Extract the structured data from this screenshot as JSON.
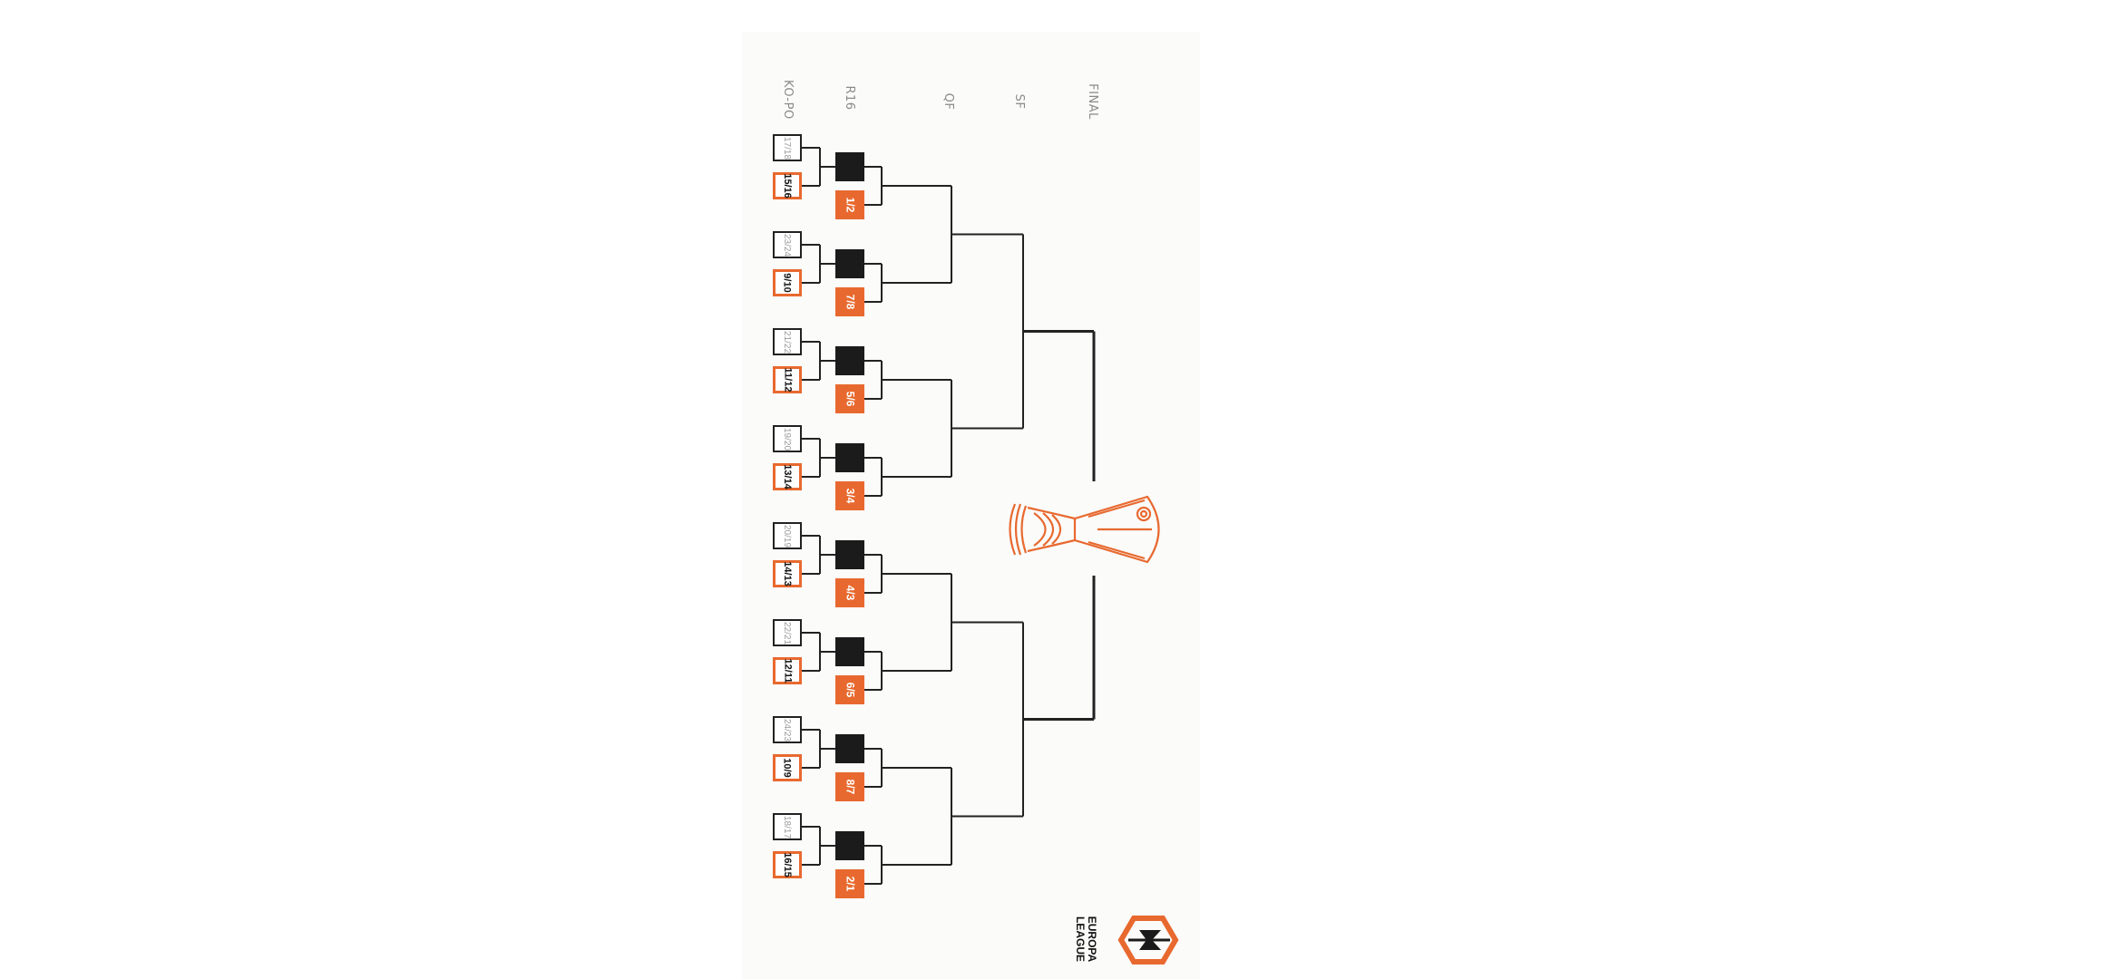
{
  "rounds": {
    "kopo": "KO-PO",
    "r16": "R16",
    "qf": "QF",
    "sf": "SF",
    "final": "FINAL"
  },
  "groups": [
    {
      "kopo_top": "17/18",
      "kopo_bottom": "15/16",
      "r16_bottom": "1/2"
    },
    {
      "kopo_top": "23/24",
      "kopo_bottom": "9/10",
      "r16_bottom": "7/8"
    },
    {
      "kopo_top": "21/22",
      "kopo_bottom": "11/12",
      "r16_bottom": "5/6"
    },
    {
      "kopo_top": "19/20",
      "kopo_bottom": "13/14",
      "r16_bottom": "3/4"
    },
    {
      "kopo_top": "20/19",
      "kopo_bottom": "14/13",
      "r16_bottom": "4/3"
    },
    {
      "kopo_top": "22/21",
      "kopo_bottom": "12/11",
      "r16_bottom": "6/5"
    },
    {
      "kopo_top": "24/23",
      "kopo_bottom": "10/9",
      "r16_bottom": "8/7"
    },
    {
      "kopo_top": "18/17",
      "kopo_bottom": "16/15",
      "r16_bottom": "2/1"
    }
  ],
  "logo": {
    "line1": "EUROPA",
    "line2": "LEAGUE"
  },
  "colors": {
    "accent": "#e8692f",
    "line": "#222222",
    "dark_box": "#1b1b1b"
  }
}
